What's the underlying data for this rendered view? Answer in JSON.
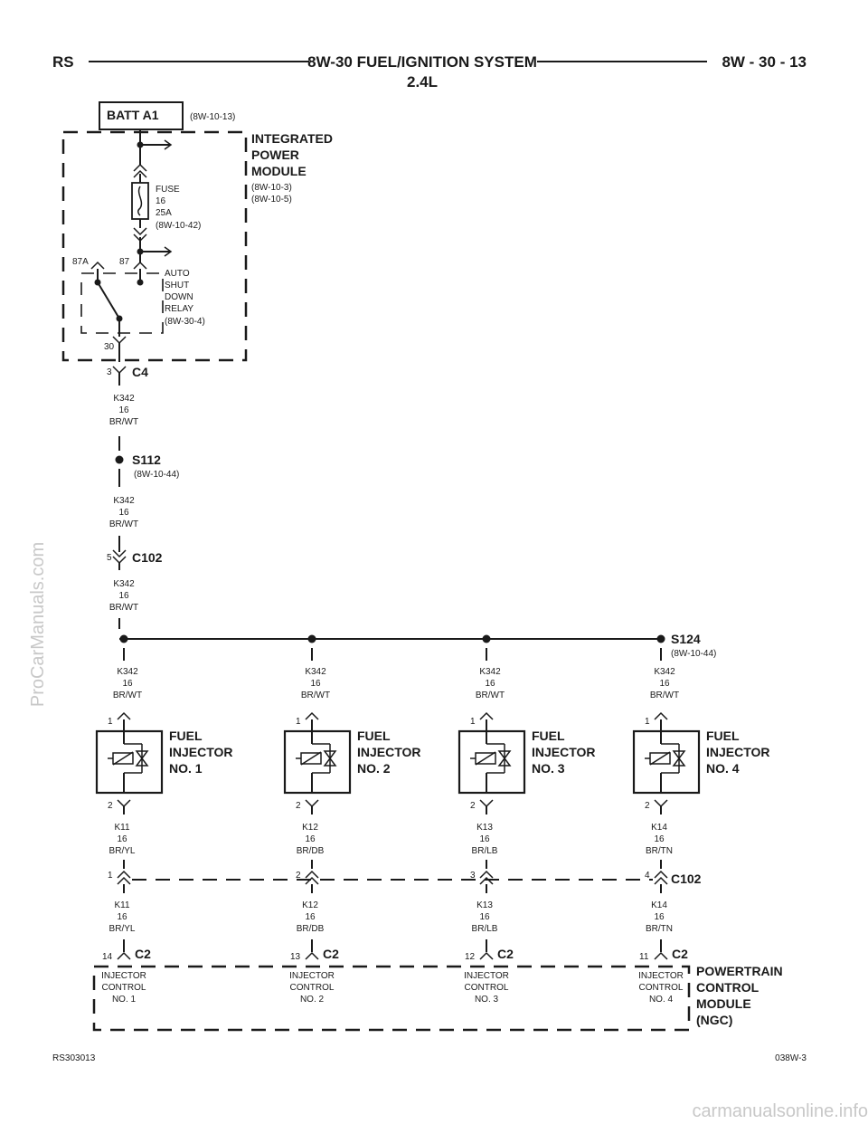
{
  "header": {
    "left_code": "RS",
    "title": "8W-30 FUEL/IGNITION SYSTEM",
    "subtitle": "2.4L",
    "page_ref": "8W - 30 - 13"
  },
  "footer": {
    "left_code": "RS303013",
    "right_code": "038W-3"
  },
  "watermarks": {
    "side": "ProCarManuals.com",
    "bottom": "carmanualsonline.info"
  },
  "batt": {
    "label": "BATT A1",
    "ref": "(8W-10-13)"
  },
  "ipm": {
    "line1": "INTEGRATED",
    "line2": "POWER",
    "line3": "MODULE",
    "ref1": "(8W-10-3)",
    "ref2": "(8W-10-5)"
  },
  "fuse": {
    "line1": "FUSE",
    "line2": "16",
    "line3": "25A",
    "ref": "(8W-10-42)"
  },
  "relay": {
    "line1": "AUTO",
    "line2": "SHUT",
    "line3": "DOWN",
    "line4": "RELAY",
    "ref": "(8W-30-4)",
    "pin_87a": "87A",
    "pin_87": "87",
    "pin_30": "30"
  },
  "c4": {
    "pin": "3",
    "label": "C4"
  },
  "wire_a": {
    "circuit": "K342",
    "gauge": "16",
    "color": "BR/WT"
  },
  "s112": {
    "label": "S112",
    "ref": "(8W-10-44)"
  },
  "wire_b": {
    "circuit": "K342",
    "gauge": "16",
    "color": "BR/WT"
  },
  "c102_top": {
    "pin": "5",
    "label": "C102"
  },
  "wire_c": {
    "circuit": "K342",
    "gauge": "16",
    "color": "BR/WT"
  },
  "s124": {
    "label": "S124",
    "ref": "(8W-10-44)"
  },
  "injectors": [
    {
      "feed_circuit": "K342",
      "feed_gauge": "16",
      "feed_color": "BR/WT",
      "pin_top": "1",
      "pin_bottom": "2",
      "name1": "FUEL",
      "name2": "INJECTOR",
      "name3": "NO. 1",
      "out_circuit": "K11",
      "out_gauge": "16",
      "out_color": "BR/YL",
      "c102_pin": "1",
      "pcm_circuit": "K11",
      "pcm_gauge": "16",
      "pcm_color": "BR/YL",
      "c2_pin": "14",
      "c2_label": "C2",
      "ctrl1": "INJECTOR",
      "ctrl2": "CONTROL",
      "ctrl3": "NO. 1"
    },
    {
      "feed_circuit": "K342",
      "feed_gauge": "16",
      "feed_color": "BR/WT",
      "pin_top": "1",
      "pin_bottom": "2",
      "name1": "FUEL",
      "name2": "INJECTOR",
      "name3": "NO. 2",
      "out_circuit": "K12",
      "out_gauge": "16",
      "out_color": "BR/DB",
      "c102_pin": "2",
      "pcm_circuit": "K12",
      "pcm_gauge": "16",
      "pcm_color": "BR/DB",
      "c2_pin": "13",
      "c2_label": "C2",
      "ctrl1": "INJECTOR",
      "ctrl2": "CONTROL",
      "ctrl3": "NO. 2"
    },
    {
      "feed_circuit": "K342",
      "feed_gauge": "16",
      "feed_color": "BR/WT",
      "pin_top": "1",
      "pin_bottom": "2",
      "name1": "FUEL",
      "name2": "INJECTOR",
      "name3": "NO. 3",
      "out_circuit": "K13",
      "out_gauge": "16",
      "out_color": "BR/LB",
      "c102_pin": "3",
      "pcm_circuit": "K13",
      "pcm_gauge": "16",
      "pcm_color": "BR/LB",
      "c2_pin": "12",
      "c2_label": "C2",
      "ctrl1": "INJECTOR",
      "ctrl2": "CONTROL",
      "ctrl3": "NO. 3"
    },
    {
      "feed_circuit": "K342",
      "feed_gauge": "16",
      "feed_color": "BR/WT",
      "pin_top": "1",
      "pin_bottom": "2",
      "name1": "FUEL",
      "name2": "INJECTOR",
      "name3": "NO. 4",
      "out_circuit": "K14",
      "out_gauge": "16",
      "out_color": "BR/TN",
      "c102_pin": "4",
      "pcm_circuit": "K14",
      "pcm_gauge": "16",
      "pcm_color": "BR/TN",
      "c2_pin": "11",
      "c2_label": "C2",
      "ctrl1": "INJECTOR",
      "ctrl2": "CONTROL",
      "ctrl3": "NO. 4"
    }
  ],
  "c102_bottom": {
    "label": "C102"
  },
  "pcm": {
    "line1": "POWERTRAIN",
    "line2": "CONTROL",
    "line3": "MODULE",
    "line4": "(NGC)"
  }
}
